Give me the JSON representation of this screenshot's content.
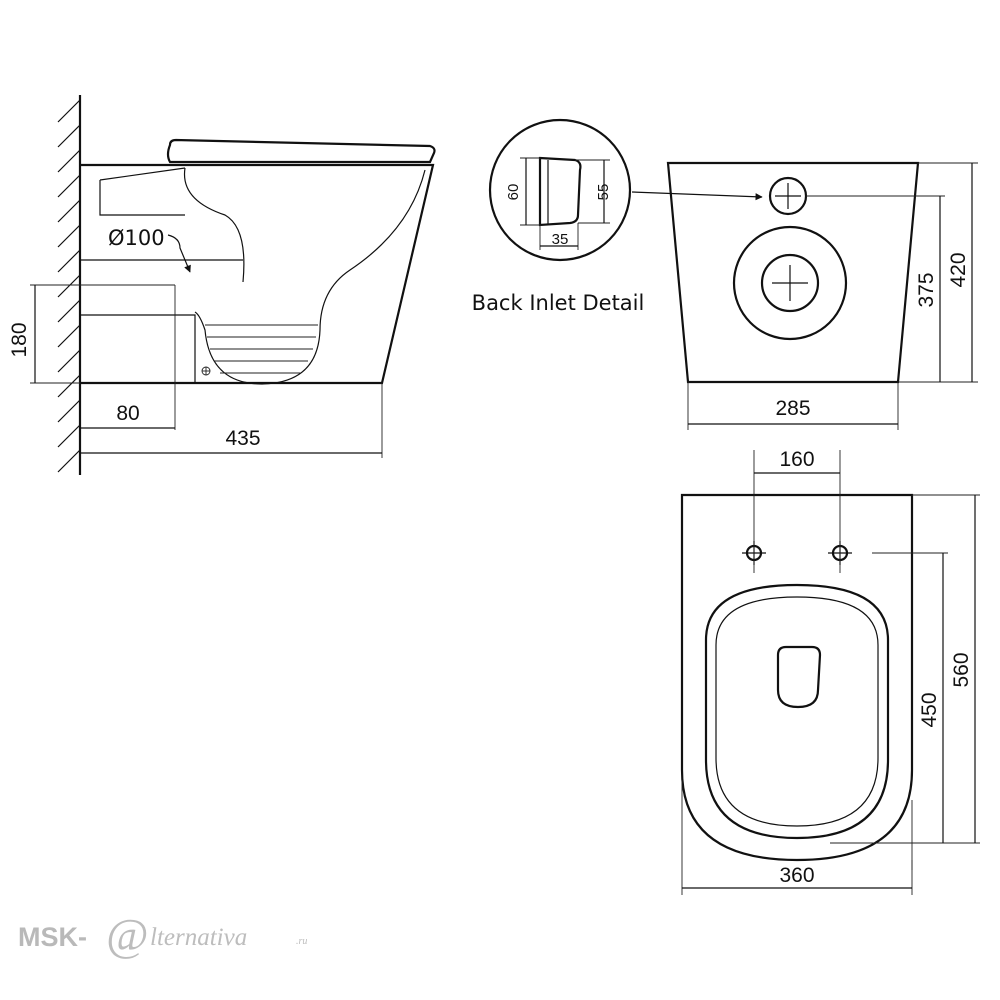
{
  "side_view": {
    "pipe_diameter": "Ø100",
    "inlet_height": "180",
    "wall_offset": "80",
    "total_depth": "435"
  },
  "back_view": {
    "width": "285",
    "inlet_height": "375",
    "total_height": "420"
  },
  "inlet_detail": {
    "title": "Back Inlet Detail",
    "outer_height": "60",
    "inner_height": "55",
    "depth": "35"
  },
  "top_view": {
    "bolt_spacing": "160",
    "length_to_bolts": "450",
    "total_length": "560",
    "width": "360"
  },
  "watermark": {
    "brand": "MSK-",
    "script": "lternativa",
    "domain": ".ru",
    "at_glyph": "@"
  }
}
